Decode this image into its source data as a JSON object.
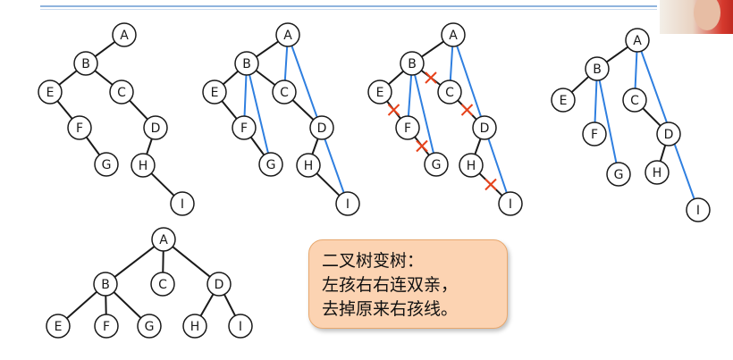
{
  "colors": {
    "tree_edge": "#1a1a1a",
    "added_edge": "#2f7fe0",
    "removed_mark": "#e8421a",
    "note_background": "#fcd3b2"
  },
  "trees": [
    {
      "id": "binary-tree",
      "nodes": [
        "A",
        "B",
        "C",
        "D",
        "E",
        "F",
        "G",
        "H",
        "I"
      ],
      "black_edges": [
        [
          "A",
          "B"
        ],
        [
          "B",
          "E"
        ],
        [
          "B",
          "C"
        ],
        [
          "E",
          "F"
        ],
        [
          "F",
          "G"
        ],
        [
          "C",
          "D"
        ],
        [
          "D",
          "H"
        ],
        [
          "H",
          "I"
        ]
      ],
      "blue_edges": [],
      "removed_edges": []
    },
    {
      "id": "connect-parents",
      "nodes": [
        "A",
        "B",
        "C",
        "D",
        "E",
        "F",
        "G",
        "H",
        "I"
      ],
      "black_edges": [
        [
          "A",
          "B"
        ],
        [
          "B",
          "E"
        ],
        [
          "B",
          "C"
        ],
        [
          "E",
          "F"
        ],
        [
          "F",
          "G"
        ],
        [
          "C",
          "D"
        ],
        [
          "D",
          "H"
        ],
        [
          "H",
          "I"
        ]
      ],
      "blue_edges": [
        [
          "B",
          "F"
        ],
        [
          "B",
          "G"
        ],
        [
          "A",
          "C"
        ],
        [
          "A",
          "I"
        ]
      ],
      "removed_edges": []
    },
    {
      "id": "remove-right-child-lines",
      "nodes": [
        "A",
        "B",
        "C",
        "D",
        "E",
        "F",
        "G",
        "H",
        "I"
      ],
      "black_edges": [
        [
          "A",
          "B"
        ],
        [
          "B",
          "E"
        ],
        [
          "B",
          "C"
        ],
        [
          "E",
          "F"
        ],
        [
          "F",
          "G"
        ],
        [
          "C",
          "D"
        ],
        [
          "D",
          "H"
        ],
        [
          "H",
          "I"
        ]
      ],
      "blue_edges": [
        [
          "B",
          "F"
        ],
        [
          "B",
          "G"
        ],
        [
          "A",
          "C"
        ],
        [
          "A",
          "I"
        ]
      ],
      "removed_edges": [
        [
          "B",
          "C"
        ],
        [
          "E",
          "F"
        ],
        [
          "F",
          "G"
        ],
        [
          "C",
          "D"
        ],
        [
          "H",
          "I"
        ]
      ]
    },
    {
      "id": "after-removal",
      "nodes": [
        "A",
        "B",
        "C",
        "D",
        "E",
        "F",
        "G",
        "H",
        "I"
      ],
      "black_edges": [
        [
          "A",
          "B"
        ],
        [
          "B",
          "E"
        ],
        [
          "C",
          "D"
        ],
        [
          "D",
          "H"
        ]
      ],
      "blue_edges": [
        [
          "B",
          "F"
        ],
        [
          "B",
          "G"
        ],
        [
          "A",
          "C"
        ],
        [
          "A",
          "I"
        ]
      ],
      "removed_edges": []
    },
    {
      "id": "general-tree",
      "nodes": [
        "A",
        "B",
        "C",
        "D",
        "E",
        "F",
        "G",
        "H",
        "I"
      ],
      "black_edges": [
        [
          "A",
          "B"
        ],
        [
          "A",
          "C"
        ],
        [
          "A",
          "D"
        ],
        [
          "B",
          "E"
        ],
        [
          "B",
          "F"
        ],
        [
          "B",
          "G"
        ],
        [
          "D",
          "H"
        ],
        [
          "D",
          "I"
        ]
      ],
      "blue_edges": [],
      "removed_edges": []
    }
  ],
  "note": {
    "line1": "二叉树变树：",
    "line2": "左孩右右连双亲，",
    "line3": "去掉原来右孩线。"
  }
}
